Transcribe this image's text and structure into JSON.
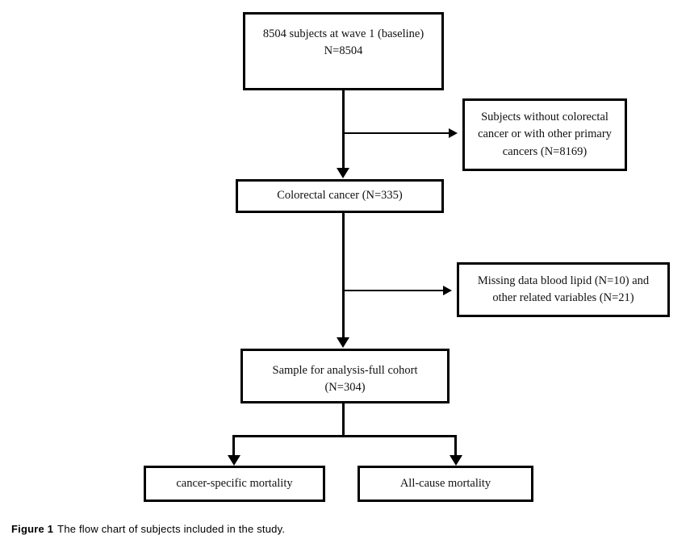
{
  "figure": {
    "caption_label": "Figure 1",
    "caption_text": "The flow chart of subjects included in the study.",
    "line_color": "#000000",
    "background_color": "#ffffff"
  },
  "nodes": {
    "baseline": {
      "line1": "8504 subjects at wave 1 (baseline)",
      "line2": "N=8504"
    },
    "excluded_no_crc": {
      "line1": "Subjects without colorectal",
      "line2": "cancer or with other primary",
      "line3": "cancers (N=8169)"
    },
    "colorectal_cancer": {
      "line1": "Colorectal cancer (N=335)"
    },
    "excluded_missing_data": {
      "line1": "Missing data blood lipid (N=10) and",
      "line2": "other related variables (N=21)"
    },
    "analysis_sample": {
      "line1": "Sample for analysis-full cohort",
      "line2": "(N=304)"
    },
    "outcome_cancer_specific": {
      "line1": "cancer-specific mortality"
    },
    "outcome_all_cause": {
      "line1": "All-cause mortality"
    }
  },
  "chart_data": {
    "type": "diagram",
    "title": "The flow chart of subjects included in the study.",
    "steps": [
      {
        "id": "baseline",
        "label": "8504 subjects at wave 1 (baseline)",
        "n": 8504
      },
      {
        "id": "colorectal_cancer",
        "label": "Colorectal cancer",
        "n": 335
      },
      {
        "id": "analysis_sample",
        "label": "Sample for analysis-full cohort",
        "n": 304
      }
    ],
    "exclusions": [
      {
        "id": "excluded_no_crc",
        "label": "Subjects without colorectal cancer or with other primary cancers",
        "n": 8169,
        "after": "baseline"
      },
      {
        "id": "excluded_missing_data",
        "label": "Missing data blood lipid (N=10) and other related variables (N=21)",
        "n_blood_lipid": 10,
        "n_other_variables": 21,
        "after": "colorectal_cancer"
      }
    ],
    "outcomes": [
      {
        "id": "outcome_cancer_specific",
        "label": "cancer-specific mortality"
      },
      {
        "id": "outcome_all_cause",
        "label": "All-cause mortality"
      }
    ]
  }
}
